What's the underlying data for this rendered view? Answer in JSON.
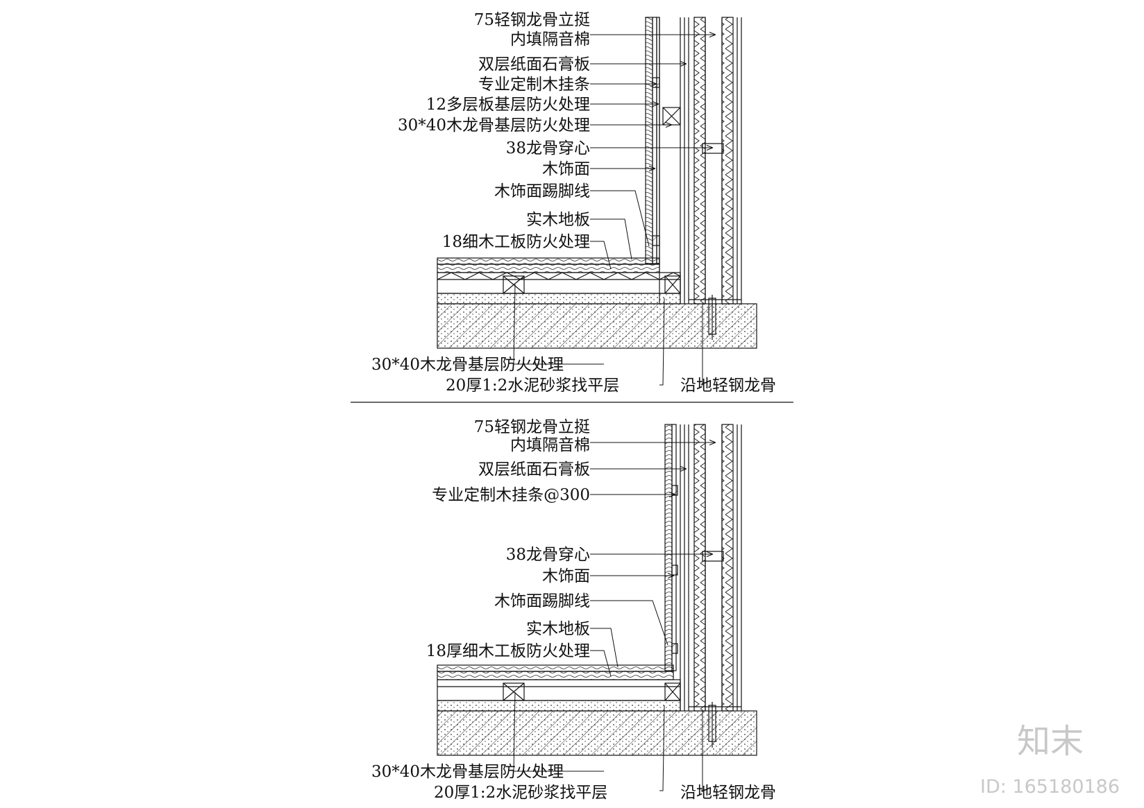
{
  "details": [
    {
      "labels_left": [
        "75轻钢龙骨立挺",
        "内填隔音棉",
        "双层纸面石膏板",
        "专业定制木挂条",
        "12多层板基层防火处理",
        "30*40木龙骨基层防火处理",
        "38龙骨穿心",
        "木饰面",
        "木饰面踢脚线",
        "实木地板",
        "18细木工板防火处理"
      ],
      "labels_bottom": [
        "30*40木龙骨基层防火处理",
        "20厚1:2水泥砂浆找平层",
        "沿地轻钢龙骨"
      ]
    },
    {
      "labels_left": [
        "75轻钢龙骨立挺",
        "内填隔音棉",
        "双层纸面石膏板",
        "专业定制木挂条@300",
        "38龙骨穿心",
        "木饰面",
        "木饰面踢脚线",
        "实木地板",
        "18厚细木工板防火处理"
      ],
      "labels_bottom": [
        "30*40木龙骨基层防火处理",
        "20厚1:2水泥砂浆找平层",
        "沿地轻钢龙骨"
      ]
    }
  ],
  "watermark": {
    "brand": "知末",
    "id_text": "ID: 165180186"
  }
}
